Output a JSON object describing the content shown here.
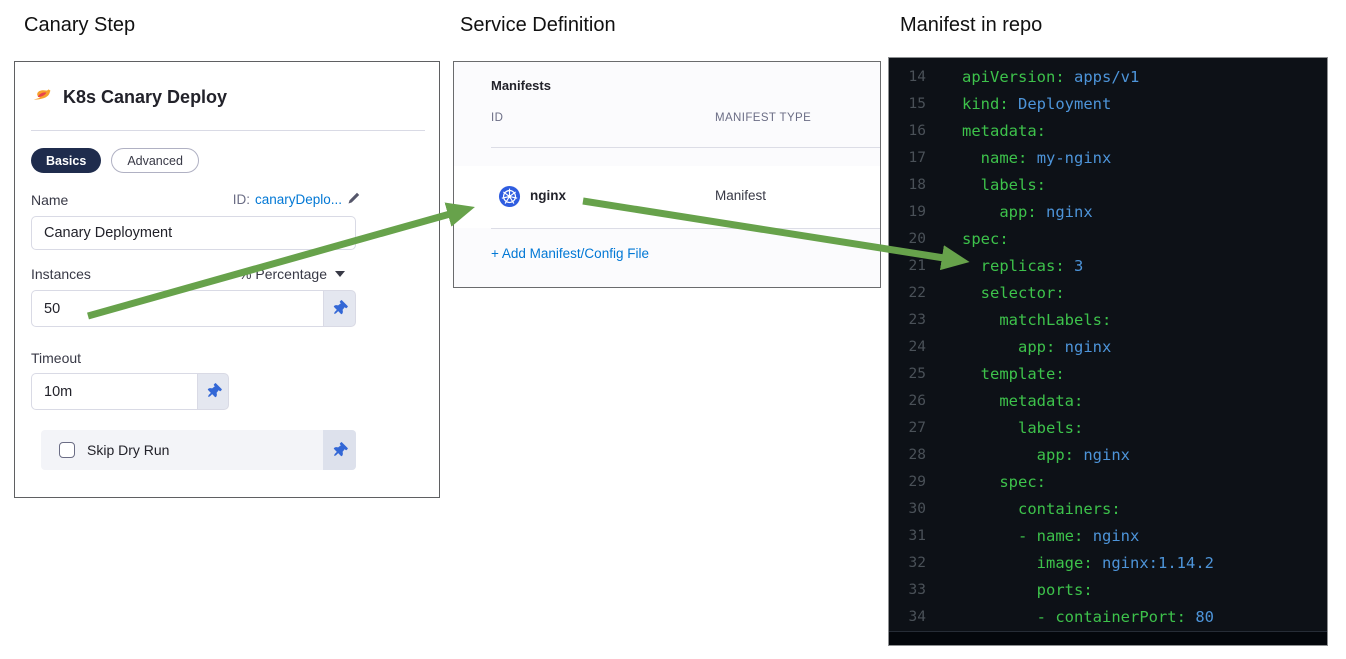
{
  "panels": {
    "canary_step": {
      "title": "Canary Step",
      "heading": "K8s Canary Deploy",
      "tabs": [
        {
          "label": "Basics",
          "active": true
        },
        {
          "label": "Advanced",
          "active": false
        }
      ],
      "name_field": {
        "label": "Name",
        "value": "Canary Deployment",
        "id_prefix": "ID:",
        "id_value": "canaryDeplo..."
      },
      "instances_field": {
        "label": "Instances",
        "value": "50",
        "unit_selector": "% Percentage"
      },
      "timeout_field": {
        "label": "Timeout",
        "value": "10m"
      },
      "skip_dry_run": {
        "label": "Skip Dry Run",
        "checked": false
      }
    },
    "service_definition": {
      "title": "Service Definition",
      "section_heading": "Manifests",
      "columns": [
        "ID",
        "MANIFEST TYPE"
      ],
      "rows": [
        {
          "id": "nginx",
          "manifest_type": "Manifest",
          "icon": "kubernetes-icon"
        }
      ],
      "add_link": "+ Add Manifest/Config File"
    },
    "manifest_in_repo": {
      "title": "Manifest in repo",
      "code_lines": [
        {
          "num": 14,
          "indent": 0,
          "dash": false,
          "key": "apiVersion",
          "value": "apps/v1"
        },
        {
          "num": 15,
          "indent": 0,
          "dash": false,
          "key": "kind",
          "value": "Deployment"
        },
        {
          "num": 16,
          "indent": 0,
          "dash": false,
          "key": "metadata",
          "value": ""
        },
        {
          "num": 17,
          "indent": 2,
          "dash": false,
          "key": "name",
          "value": "my-nginx"
        },
        {
          "num": 18,
          "indent": 2,
          "dash": false,
          "key": "labels",
          "value": ""
        },
        {
          "num": 19,
          "indent": 4,
          "dash": false,
          "key": "app",
          "value": "nginx"
        },
        {
          "num": 20,
          "indent": 0,
          "dash": false,
          "key": "spec",
          "value": ""
        },
        {
          "num": 21,
          "indent": 2,
          "dash": false,
          "key": "replicas",
          "value": "3"
        },
        {
          "num": 22,
          "indent": 2,
          "dash": false,
          "key": "selector",
          "value": ""
        },
        {
          "num": 23,
          "indent": 4,
          "dash": false,
          "key": "matchLabels",
          "value": ""
        },
        {
          "num": 24,
          "indent": 6,
          "dash": false,
          "key": "app",
          "value": "nginx"
        },
        {
          "num": 25,
          "indent": 2,
          "dash": false,
          "key": "template",
          "value": ""
        },
        {
          "num": 26,
          "indent": 4,
          "dash": false,
          "key": "metadata",
          "value": ""
        },
        {
          "num": 27,
          "indent": 6,
          "dash": false,
          "key": "labels",
          "value": ""
        },
        {
          "num": 28,
          "indent": 8,
          "dash": false,
          "key": "app",
          "value": "nginx"
        },
        {
          "num": 29,
          "indent": 4,
          "dash": false,
          "key": "spec",
          "value": ""
        },
        {
          "num": 30,
          "indent": 6,
          "dash": false,
          "key": "containers",
          "value": ""
        },
        {
          "num": 31,
          "indent": 6,
          "dash": true,
          "key": "name",
          "value": "nginx"
        },
        {
          "num": 32,
          "indent": 8,
          "dash": false,
          "key": "image",
          "value": "nginx:1.14.2"
        },
        {
          "num": 33,
          "indent": 8,
          "dash": false,
          "key": "ports",
          "value": ""
        },
        {
          "num": 34,
          "indent": 8,
          "dash": true,
          "key": "containerPort",
          "value": "80"
        }
      ]
    }
  },
  "colors": {
    "arrow_green": "#67a24b",
    "active_pill_navy": "#1f2c4d",
    "link_blue": "#0278d5",
    "pin_blue": "#3367d6",
    "kubernetes_blue": "#2f5de0",
    "code_background": "#0d1117",
    "code_key_green": "#3dc24b",
    "code_value_blue": "#4d94d9",
    "code_line_number_gray": "#4a5158"
  }
}
